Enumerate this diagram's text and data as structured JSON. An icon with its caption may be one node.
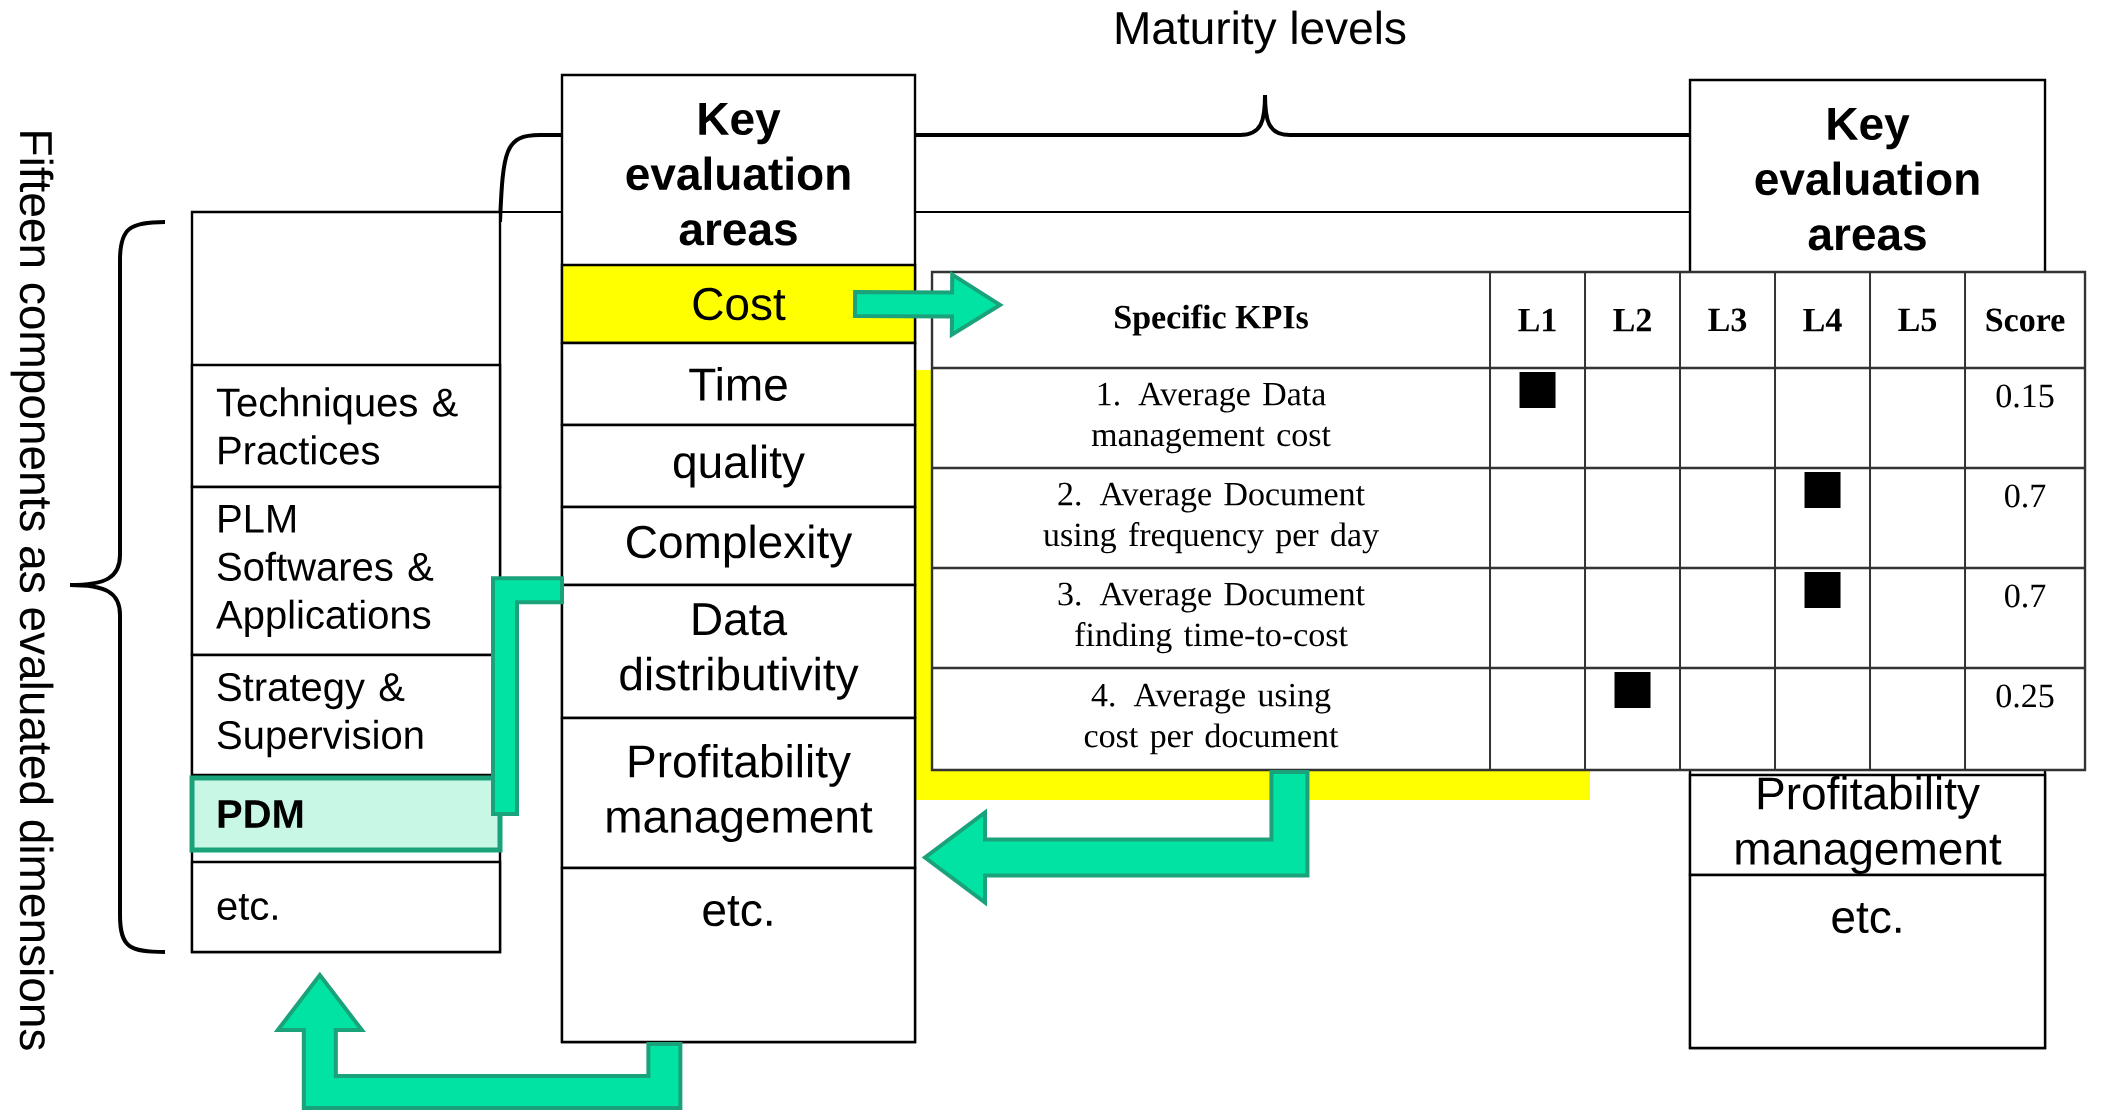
{
  "diagram": {
    "nodes": [
      {
        "text": [],
        "shape": "box"
      },
      {
        "text": [
          "Techniques & Practices"
        ],
        "in": 0
      },
      {
        "text": [
          "PLM Softwares & Applications"
        ],
        "in": 0
      },
      {
        "text": [
          "Strategy & Supervision"
        ],
        "in": 0
      },
      {
        "text": [
          "PDM"
        ],
        "in": 0
      },
      {
        "text": [
          "etc."
        ],
        "in": 0
      },
      {
        "text": [
          "Key evaluation areas"
        ]
      },
      {
        "text": [
          "Cost"
        ],
        "in": 6
      },
      {
        "text": [
          "Time"
        ],
        "in": 6
      },
      {
        "text": [
          "quality"
        ],
        "in": 6
      },
      {
        "text": [
          "Complexity"
        ],
        "in": 6
      },
      {
        "text": [
          "Data distributivity"
        ],
        "in": 6
      },
      {
        "text": [
          "Profitability management"
        ],
        "in": 6
      },
      {
        "text": [
          "etc."
        ],
        "in": 6
      },
      {
        "text": [],
        "shape": "box"
      },
      {
        "text": [
          "Key evaluation areas"
        ]
      },
      {
        "text": [
          "Profitability management"
        ],
        "in": 15
      },
      {
        "text": [
          "etc."
        ],
        "in": 15
      }
    ],
    "edges": [
      {
        "from": 7,
        "to": 14,
        "arrow": "to"
      },
      {
        "from": 14,
        "to": 12,
        "arrow": "to"
      },
      {
        "from": 4,
        "to": 11,
        "arrow": "none"
      },
      {
        "from": 6,
        "to": 0,
        "arrow": "to"
      }
    ],
    "labels": [
      "Maturity levels",
      "Fifteen components as evaluated dimensions",
      "Specific KPIs",
      "L1",
      "L2",
      "L3",
      "L4",
      "L5",
      "Score",
      "1. Average Data management cost",
      "0.15",
      "2. Average Document using frequency per day",
      "0.7",
      "3. Average Document finding time-to-cost",
      "0.7",
      "4. Average using cost per document",
      "0.25"
    ]
  }
}
